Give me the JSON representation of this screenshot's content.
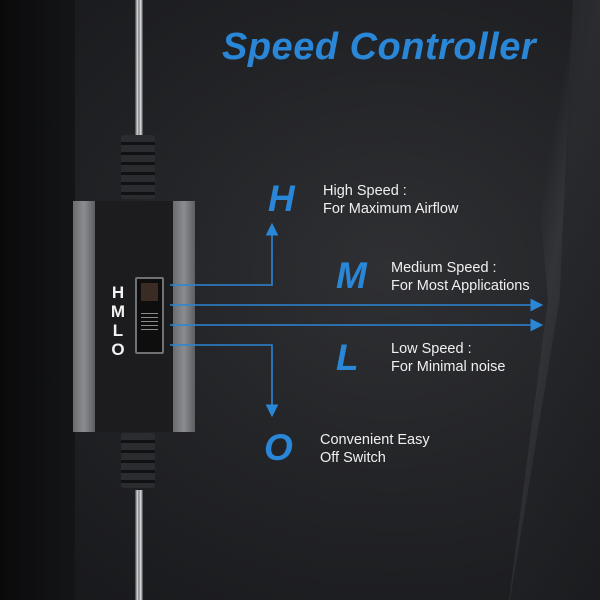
{
  "title": "Speed Controller",
  "switch_labels": [
    "H",
    "M",
    "L",
    "O"
  ],
  "modes": [
    {
      "letter": "H",
      "line1": "High Speed :",
      "line2": "For Maximum Airflow"
    },
    {
      "letter": "M",
      "line1": "Medium Speed :",
      "line2": "For Most Applications"
    },
    {
      "letter": "L",
      "line1": "Low Speed :",
      "line2": "For Minimal noise"
    },
    {
      "letter": "O",
      "line1": "Convenient Easy",
      "line2": "Off Switch"
    }
  ],
  "colors": {
    "accent": "#2a86d6",
    "text": "#f0f0f0",
    "background": "#232427"
  }
}
